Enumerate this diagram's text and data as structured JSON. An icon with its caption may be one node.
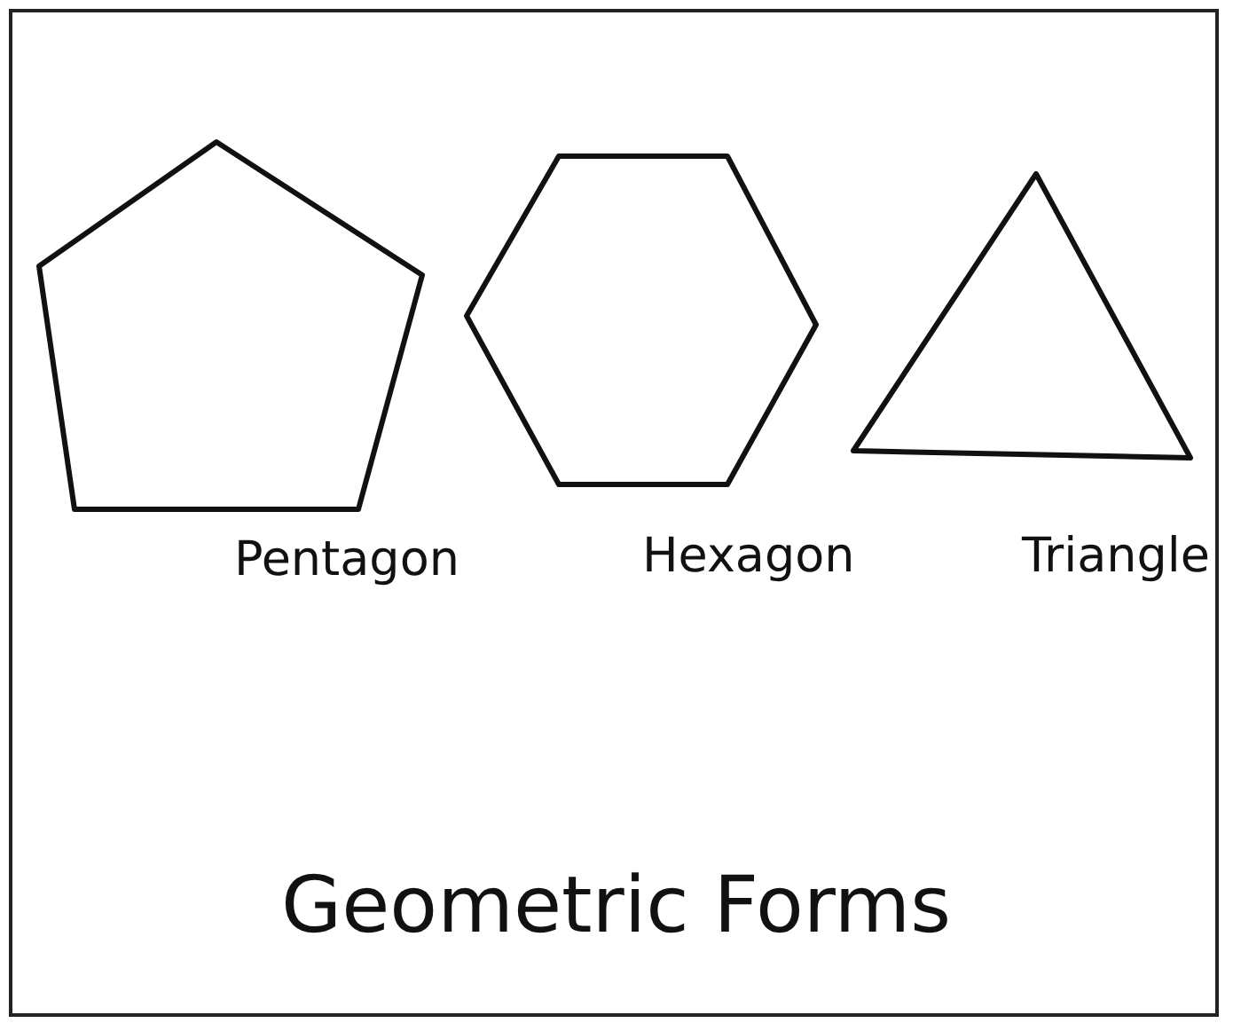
{
  "diagram": {
    "title": "Geometric Forms",
    "nodes": [
      {
        "text": [
          "Pentagon"
        ]
      },
      {
        "text": [
          "Hexagon"
        ]
      },
      {
        "text": [
          "Triangle"
        ]
      }
    ]
  }
}
